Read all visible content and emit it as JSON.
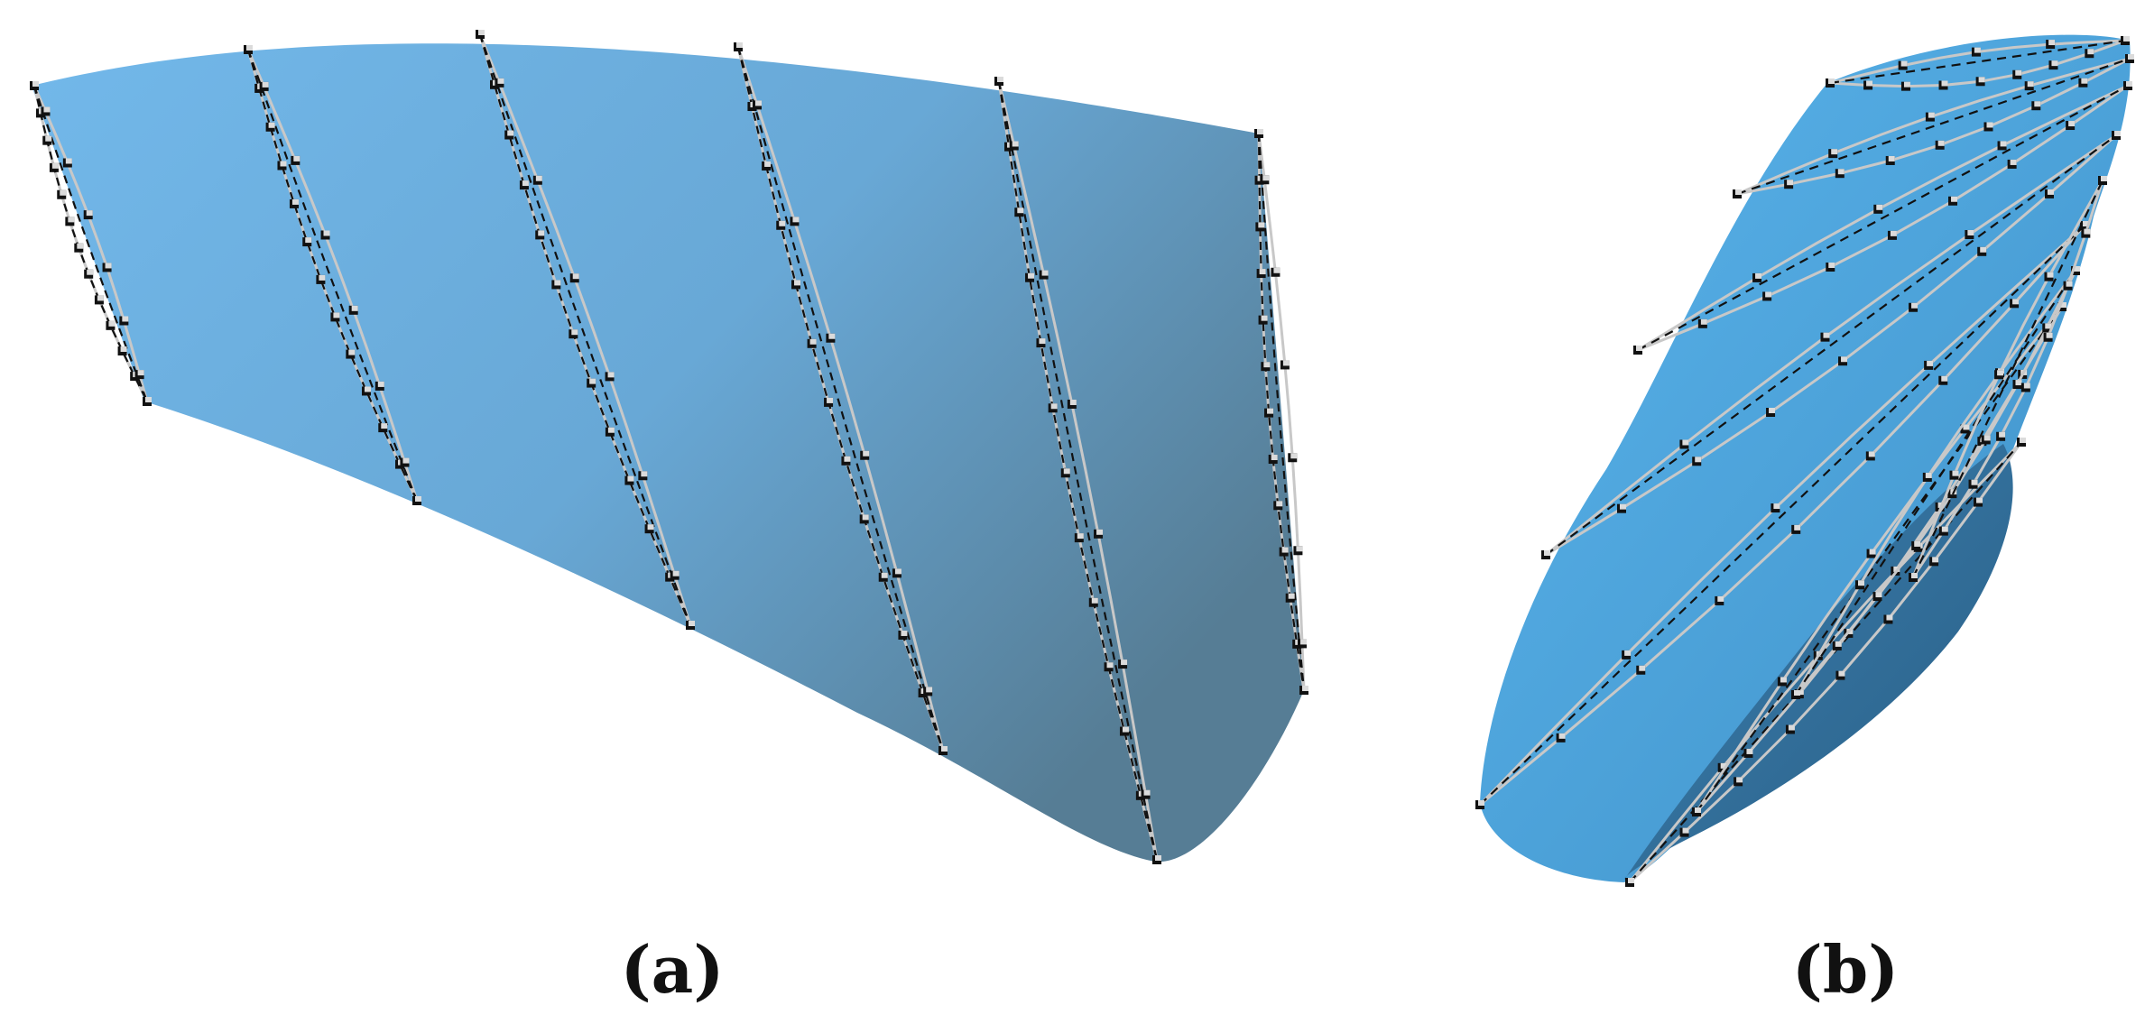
{
  "panels": [
    {
      "id": "a",
      "caption": "(a)",
      "surface_color": "#6fb3e6",
      "surface_shadow_color": "#567d95",
      "section_count": 6
    },
    {
      "id": "b",
      "caption": "(b)",
      "surface_color": "#55aee6",
      "surface_shadow_color": "#2f6f98",
      "section_count": 9
    }
  ],
  "colors": {
    "control_point": "#111111",
    "profile_curve": "#c8c8c8",
    "control_polygon": "#111111",
    "background": "#ffffff"
  }
}
